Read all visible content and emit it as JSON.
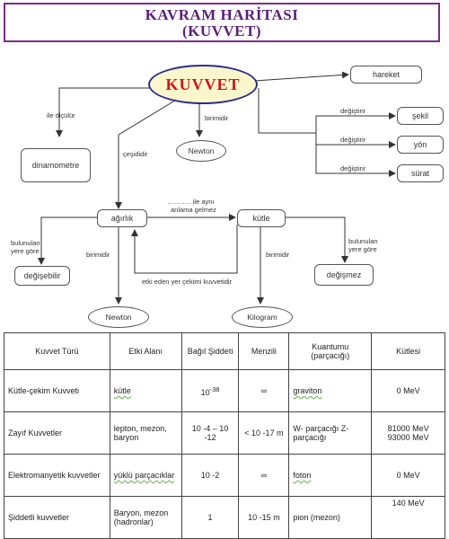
{
  "title": {
    "line1": "KAVRAM HARİTASI",
    "line2": "(KUVVET)"
  },
  "nodes": {
    "kuvvet": "KUVVET",
    "hareket": "hareket",
    "sekil": "şekil",
    "yon": "yön",
    "surat": "sürat",
    "dinamometre": "dinamometre",
    "newton_top": "Newton",
    "agirlik": "ağırlık",
    "kutle": "kütle",
    "degisebilir": "değişebilir",
    "degismez": "değişmez",
    "newton_bottom": "Newton",
    "kilogram": "Kilogram"
  },
  "labels": {
    "ile_olculur": "ile ölçülür",
    "birimidir_top": "birimidir",
    "cesididir": "çeşididir",
    "degistirir_1": "değiştirir",
    "degistirir_2": "değiştirir",
    "degistirir_3": "değiştirir",
    "ayni_anlama_1": "……….. ile aynı",
    "ayni_anlama_2": "anlama gelmez",
    "bulundugu_left_1": "bulunulan",
    "bulundugu_left_2": "yere göre",
    "birimidir_left": "birimidir",
    "etki_eden": "etki eden yer çekimi kuvvetidir",
    "birimidir_right": "birimidir",
    "bulundugu_right_1": "bulunulan",
    "bulundugu_right_2": "yere göre"
  },
  "table": {
    "headers": [
      "Kuvvet Türü",
      "Etki Alanı",
      "Bağıl Şiddeti",
      "Menzili",
      "Kuantumu (parçacığı)",
      "Kütlesi"
    ],
    "rows": [
      {
        "tur": "Kütle-çekim Kuvveti",
        "alan": "kütle",
        "siddet": "10",
        "siddet_exp": "-38",
        "menzil": "∞",
        "kuant": "graviton",
        "kutle": "0 MeV"
      },
      {
        "tur": "Zayıf Kuvvetler",
        "alan": "lepton, mezon, baryon",
        "siddet": "10 -4 – 10 -12",
        "menzil": "< 10 -17 m",
        "kuant": "W- parçacığı Z- parçacığı",
        "kutle": "81000 MeV 93000 MeV"
      },
      {
        "tur": "Elektromanyetik kuvvetler",
        "alan": "yüklü parçacıklar",
        "siddet": "10 -2",
        "menzil": "∞",
        "kuant": "foton",
        "kutle": "0 MeV"
      },
      {
        "tur": "Şiddetli kuvvetler",
        "alan": "Baryon, mezon (hadronlar)",
        "siddet": "1",
        "menzil": "10 -15 m",
        "kuant": "pion (mezon)",
        "kutle": "140 MeV"
      }
    ]
  }
}
